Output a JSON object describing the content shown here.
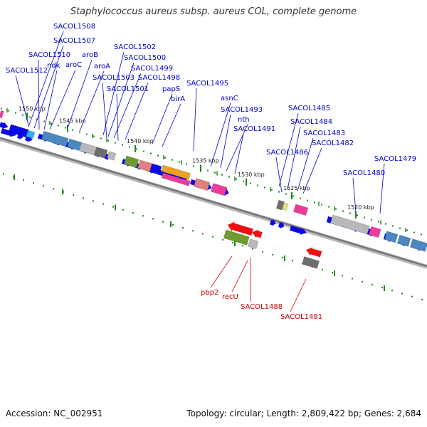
{
  "title": "Staphylococcus aureus subsp. aureus COL, complete genome",
  "footer": {
    "accession": "Accession: NC_002951",
    "summary": "Topology: circular; Length: 2,809,422 bp; Genes: 2,684"
  },
  "scale_labels": [
    "1550 kbp",
    "1545 kbp",
    "1540 kbp",
    "1535 kbp",
    "1530 kbp",
    "1525 kbp",
    "1520 kbp"
  ],
  "upper_gene_labels": [
    "SACOL1508",
    "SACOL1507",
    "SACOL1510",
    "aroB",
    "ndk",
    "aroC",
    "SACOL1512",
    "aroA",
    "SACOL1502",
    "SACOL1500",
    "SACOL1499",
    "SACOL1503",
    "SACOL1498",
    "SACOL1501",
    "papS",
    "birA",
    "SACOL1495",
    "asnC",
    "SACOL1493",
    "nth",
    "SACOL1491",
    "SACOL1485",
    "SACOL1484",
    "SACOL1483",
    "SACOL1486",
    "SACOL1482",
    "SACOL1479",
    "SACOL1480"
  ],
  "lower_gene_labels": [
    "pbp2",
    "recU",
    "SACOL1488",
    "SACOL1481"
  ],
  "colors": {
    "forward": "#0a0ae6",
    "backbone": "#8c8c8c",
    "tick": "#1d8a1d",
    "label_upper": "#0000cc",
    "label_lower": "#cc0000",
    "steel": "#4a88bf",
    "gray": "#b8b8b8",
    "dark_gray": "#6e6e6e",
    "olive": "#6f9a2d",
    "salmon": "#e08080",
    "pink": "#ee3b9a",
    "orange": "#f0a020",
    "red": "#ee1111",
    "yellow": "#e8e080",
    "cyan": "#2ab0f0"
  }
}
